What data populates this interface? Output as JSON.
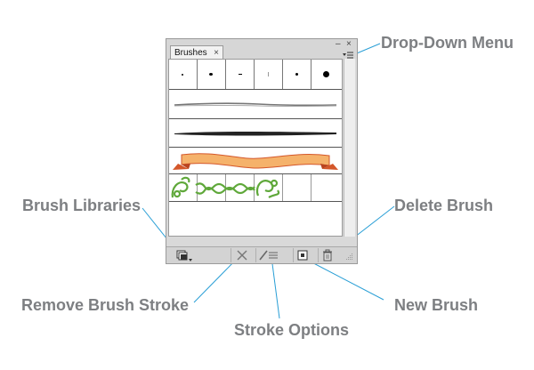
{
  "panel": {
    "tab_label": "Brushes",
    "tab_close": "×",
    "minimize": "–",
    "close": "×"
  },
  "callouts": {
    "drop_down_menu": "Drop-Down Menu",
    "brush_libraries": "Brush Libraries",
    "delete_brush": "Delete Brush",
    "remove_brush_stroke": "Remove Brush Stroke",
    "new_brush": "New Brush",
    "stroke_options": "Stroke Options"
  },
  "colors": {
    "callout_text": "#7d7f82",
    "callout_line": "#2a9fd6",
    "ribbon_fill": "#f5b26b",
    "ribbon_shadow": "#d4572a",
    "pattern_green": "#5fa83a"
  }
}
